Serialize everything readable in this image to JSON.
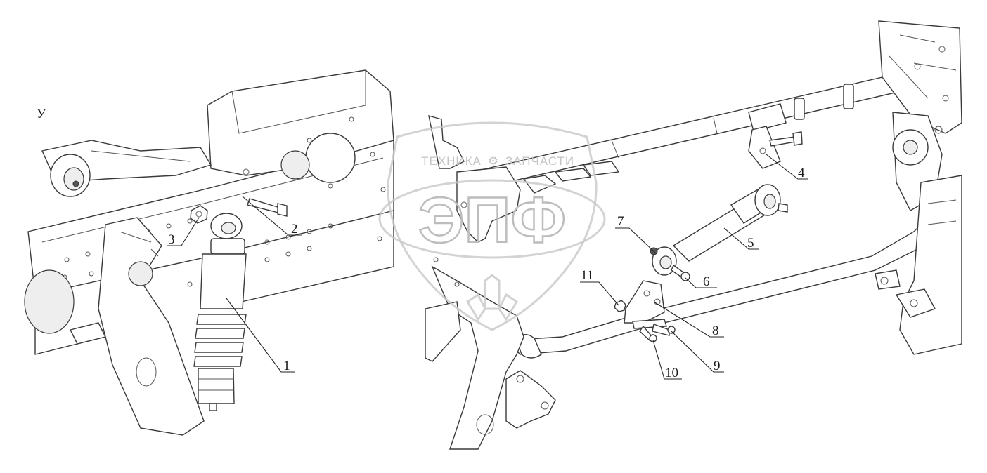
{
  "watermark": {
    "brand": "ЭПФ",
    "tagline_left": "ТЕХНИКА",
    "tagline_right": "ЗАПЧАСТИ",
    "gear_glyph": "⚙"
  },
  "edge_mark": "У",
  "callouts": [
    {
      "id": "1",
      "label": "1"
    },
    {
      "id": "2",
      "label": "2"
    },
    {
      "id": "3",
      "label": "3"
    },
    {
      "id": "4",
      "label": "4"
    },
    {
      "id": "5",
      "label": "5"
    },
    {
      "id": "6",
      "label": "6"
    },
    {
      "id": "7",
      "label": "7"
    },
    {
      "id": "8",
      "label": "8"
    },
    {
      "id": "9",
      "label": "9"
    },
    {
      "id": "10",
      "label": "10"
    },
    {
      "id": "11",
      "label": "11"
    }
  ]
}
